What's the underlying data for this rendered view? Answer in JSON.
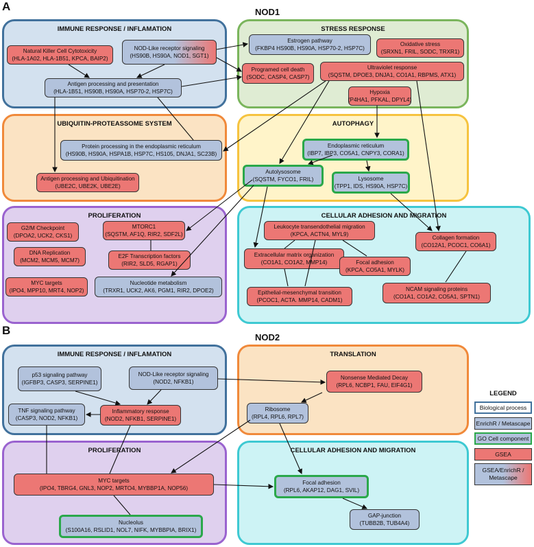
{
  "panelA": {
    "letter": "A",
    "title": "NOD1",
    "groups": {
      "immune": "IMMUNE RESPONSE / INFLAMATION",
      "stress": "STRESS RESPONSE",
      "ubiquitin": "UBIQUITIN-PROTEASSOME SYSTEM",
      "autophagy": "AUTOPHAGY",
      "proliferation": "PROLIFERATION",
      "adhesion": "CELLULAR ADHESION AND MIGRATION"
    },
    "nodes": {
      "nk": {
        "name": "Natural Killer Cell Cytotoxicity",
        "genes": "(HLA-1A02, HLA-1B51, KPCA, BAIP2)"
      },
      "nlr": {
        "name": "NOD-Like receptor signaling",
        "genes": "(HS90B, HS90A, NOD1, SGT1)"
      },
      "antigen": {
        "name": "Antigen processing and presentation",
        "genes": "(HLA-1B51, HS90B, HS90A, HSP70-2, HSP7C)"
      },
      "estrogen": {
        "name": "Estrogen pathway",
        "genes": "(FKBP4 HS90B, HS90A, HSP70-2, HSP7C)"
      },
      "oxidative": {
        "name": "Oxidative stress",
        "genes": "(SRXN1, FRIL, SODC, TRXR1)"
      },
      "pcd": {
        "name": "Programed cell death",
        "genes": "(SODC, CASP4, CASP7)"
      },
      "uv": {
        "name": "Ultraviolet response",
        "genes": "(SQSTM, DPOE3, DNJA1, CO1A1, RBPMS, ATX1)"
      },
      "hypoxia": {
        "name": "Hypoxia",
        "genes": "(P4HA1, PFKAL, DPYL4)"
      },
      "er_proc": {
        "name": "Protein processing in the endoplasmic reticulum",
        "genes": "(HS90B, HS90A, HSPA1B, HSP7C, HS105, DNJA1, SC23B)"
      },
      "ubiq": {
        "name": "Antigen processing and Ubiquitination",
        "genes": "(UBE2C, UBE2K, UBE2E)"
      },
      "er": {
        "name": "Endoplasmic reticulum",
        "genes": "(IBP7, IBP3, CO5A1, CNPY3, CORA1)"
      },
      "autolysosome": {
        "name": "Autolysosome",
        "genes": "(SQSTM, FYCO1, FRIL)"
      },
      "lysosome": {
        "name": "Lysosome",
        "genes": "(TPP1, IDS, HS90A, HSP7C)"
      },
      "g2m": {
        "name": "G2/M Checkpoint",
        "genes": "(DPOA2, UCK2, CKS1)"
      },
      "mtorc1": {
        "name": "MTORC1",
        "genes": "(SQSTM, AF1Q, RIR2, SDF2L)"
      },
      "dna": {
        "name": "DNA Replication",
        "genes": "(MCM2, MCM5, MCM7)"
      },
      "e2f": {
        "name": "E2F Transcription factors",
        "genes": "(RIR2, SLD5, RGAP1)"
      },
      "myc": {
        "name": "MYC targets",
        "genes": "(IPO4, MPP10, MRT4, NOP2)"
      },
      "nucleotide": {
        "name": "Nucleotide metabolism",
        "genes": "(TRXR1, UCK2, AK6, PGM1, RIR2, DPOE2)"
      },
      "leuko": {
        "name": "Leukocyte transendothelial migration",
        "genes": "(KPCA, ACTN4, MYL9)"
      },
      "collagen": {
        "name": "Collagen formation",
        "genes": "(CO12A1, PCOC1, CO6A1)"
      },
      "ecm": {
        "name": "Extracellular matrix organization",
        "genes": "(CO1A1, CO1A2, MMP14)"
      },
      "focal": {
        "name": "Focal adhesion",
        "genes": "(KPCA, CO5A1, MYLK)"
      },
      "emt": {
        "name": "Epithelial-mesenchymal transition",
        "genes": "(PCOC1, ACTA. MMP14, CADM1)"
      },
      "ncam": {
        "name": "NCAM signaling proteins",
        "genes": "(CO1A1, CO1A2, CO5A1, SPTN1)"
      }
    }
  },
  "panelB": {
    "letter": "B",
    "title": "NOD2",
    "groups": {
      "immune": "IMMUNE RESPONSE / INFLAMATION",
      "translation": "TRANSLATION",
      "proliferation": "PROLIFERATION",
      "adhesion": "CELLULAR ADHESION AND MIGRATION"
    },
    "nodes": {
      "p53": {
        "name": "p53 signaling pathway",
        "genes": "(IGFBP3, CASP3, SERPINE1)"
      },
      "nlr": {
        "name": "NOD-Like receptor signaling",
        "genes": "(NOD2, NFKB1)"
      },
      "tnf": {
        "name": "TNF signaling pathway",
        "genes": "(CASP3, NOD2, NFKB1)"
      },
      "inflam": {
        "name": "Inflammatory response",
        "genes": "(NOD2, NFKB1, SERPINE1)"
      },
      "nmd": {
        "name": "Nonsense Mediated Decay",
        "genes": "(RPL6, NCBP1, FAU, EIF4G1)"
      },
      "ribosome": {
        "name": "Ribosome",
        "genes": "(RPL4, RPL6, RPL7)"
      },
      "myc": {
        "name": "MYC targets",
        "genes": "(IPO4, TBRG4, GNL3, NOP2, MRTO4, MYBBP1A, NOP56)"
      },
      "nucleolus": {
        "name": "Nucleolus",
        "genes": "(S100A16, RSLID1, NOL7, NIFK, MYBBPIA, BRIX1)"
      },
      "focal": {
        "name": "Focal adhesion",
        "genes": "(RPL6, AKAP12, DAG1, SVIL)"
      },
      "gap": {
        "name": "GAP-junction",
        "genes": "(TUBB2B, TUB4A4)"
      }
    }
  },
  "legend": {
    "title": "LEGEND",
    "items": [
      "Biological process",
      "EnrichR / Metascape",
      "GO Cell component",
      "GSEA",
      "GSEA/EnrichR / Metascape"
    ]
  },
  "colors": {
    "blue_group": "#d3e1ef",
    "blue_border": "#41719c",
    "green_group": "#dfecd3",
    "green_border": "#7ab55c",
    "orange_group": "#fbe3c3",
    "orange_border": "#f0893a",
    "yellow_group": "#fff4c9",
    "yellow_border": "#f6c33f",
    "purple_group": "#dfd0ee",
    "purple_border": "#9a63cf",
    "cyan_group": "#cdf3f5",
    "cyan_border": "#3ec9d2",
    "gsea": "#ec7774",
    "enrichr": "#b2c2dc",
    "go_border": "#2aa84a"
  }
}
